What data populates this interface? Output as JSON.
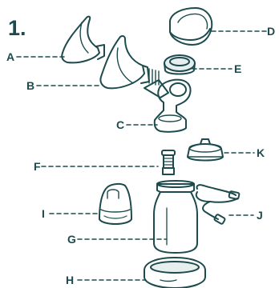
{
  "step_number": "1.",
  "labels": {
    "A": "A",
    "B": "B",
    "C": "C",
    "D": "D",
    "E": "E",
    "F": "F",
    "G": "G",
    "H": "H",
    "I": "I",
    "J": "J",
    "K": "K"
  },
  "colors": {
    "stroke": "#1d4b4d",
    "fill": "#ffffff",
    "accent": "#e7eeee"
  }
}
